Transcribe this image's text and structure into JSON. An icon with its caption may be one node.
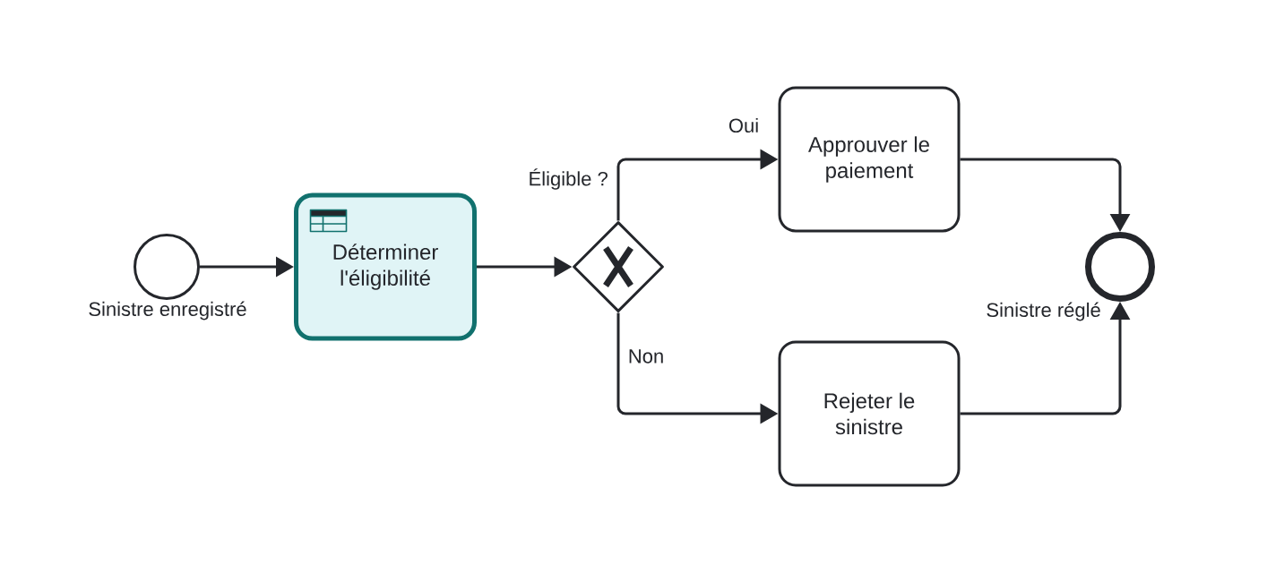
{
  "diagram": {
    "nodes": [
      {
        "text": [],
        "shape": "circle",
        "beside": [
          "Sinistre enregistré"
        ]
      },
      {
        "text": [
          "Déterminer l'éligibilité"
        ]
      },
      {
        "text": [],
        "shape": "diamond",
        "beside": [
          "Éligible ?"
        ]
      },
      {
        "text": [
          "Approuver le paiement"
        ]
      },
      {
        "text": [
          "Rejeter le sinistre"
        ]
      },
      {
        "text": [],
        "shape": "circle",
        "beside": [
          "Sinistre réglé"
        ]
      }
    ],
    "edges": [
      {
        "from": 0,
        "to": 1,
        "arrow": "to"
      },
      {
        "from": 1,
        "to": 2,
        "arrow": "to"
      },
      {
        "from": 2,
        "to": 3,
        "arrow": "to",
        "label": "Oui"
      },
      {
        "from": 2,
        "to": 4,
        "arrow": "to",
        "label": "Non"
      },
      {
        "from": 3,
        "to": 5,
        "arrow": "to"
      },
      {
        "from": 4,
        "to": 5,
        "arrow": "to"
      }
    ]
  }
}
